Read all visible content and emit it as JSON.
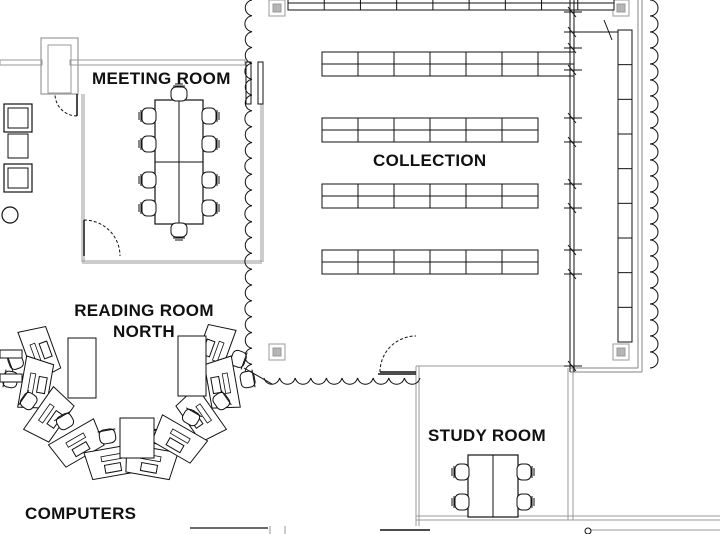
{
  "rooms": {
    "meeting": "MEETING ROOM",
    "collection": "COLLECTION",
    "reading_line1": "READING ROOM",
    "reading_line2": "NORTH",
    "study": "STUDY ROOM",
    "computers": "COMPUTERS"
  },
  "colors": {
    "wall": "#9a9a9a",
    "line": "#111111",
    "fill": "#ffffff"
  }
}
